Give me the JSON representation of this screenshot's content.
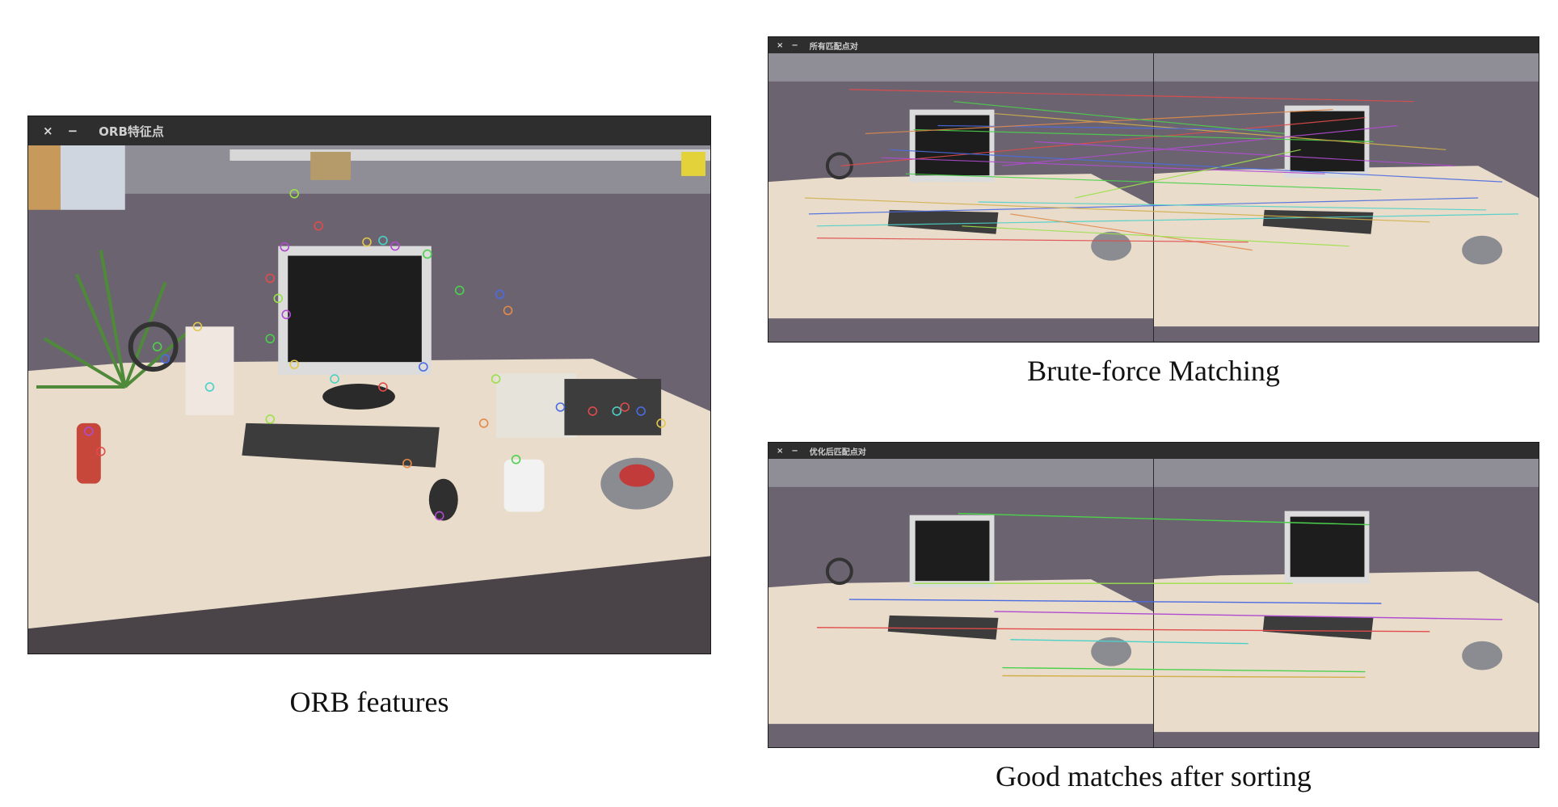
{
  "windows": {
    "orb": {
      "title": "ORB特征点",
      "close_icon": "×",
      "minimize_icon": "−",
      "caption": "ORB features"
    },
    "all_matches": {
      "title": "所有匹配点对",
      "close_icon": "×",
      "minimize_icon": "−",
      "caption": "Brute-force Matching"
    },
    "good_matches": {
      "title": "优化后匹配点对",
      "close_icon": "×",
      "minimize_icon": "−",
      "caption": "Good matches after sorting"
    }
  },
  "colors": {
    "titlebar": "#2e2e2e",
    "floor": "#6b6470",
    "table": "#e9dccb",
    "monitor": "#1d1d1d",
    "match_palette": [
      "#e14b4b",
      "#4bd14b",
      "#4b6be1",
      "#d1b04b",
      "#b04bd1",
      "#4bd1c8",
      "#e18a4b",
      "#9be14b"
    ]
  }
}
